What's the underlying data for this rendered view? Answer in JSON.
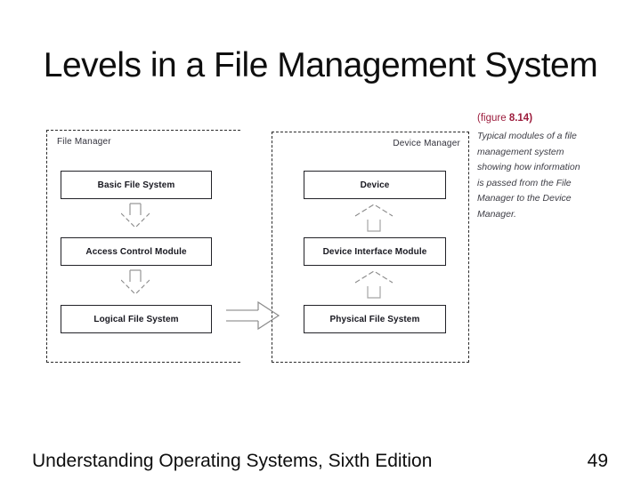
{
  "slide": {
    "title": "Levels in a File Management System"
  },
  "footer": {
    "left_text": "Understanding Operating Systems, Sixth Edition",
    "page_number": "49"
  },
  "diagram": {
    "file_manager": {
      "label": "File Manager",
      "boxes": [
        "Basic File System",
        "Access Control Module",
        "Logical File System"
      ]
    },
    "device_manager": {
      "label": "Device Manager",
      "boxes": [
        "Device",
        "Device Interface Module",
        "Physical File System"
      ]
    },
    "caption": {
      "figure_prefix": "(figure",
      "figure_number": "8.14)",
      "lines": [
        "Typical modules of a file",
        "management system",
        "showing how information",
        "is passed from the File",
        "Manager to the Device",
        "Manager."
      ]
    },
    "colors": {
      "figure_label": "#9c1c3c",
      "caption_text": "#3e3e46",
      "arrow_outline": "#979797",
      "box_border": "#222228",
      "dashed_border": "#2b2b2b",
      "box_text": "#17171f"
    }
  }
}
